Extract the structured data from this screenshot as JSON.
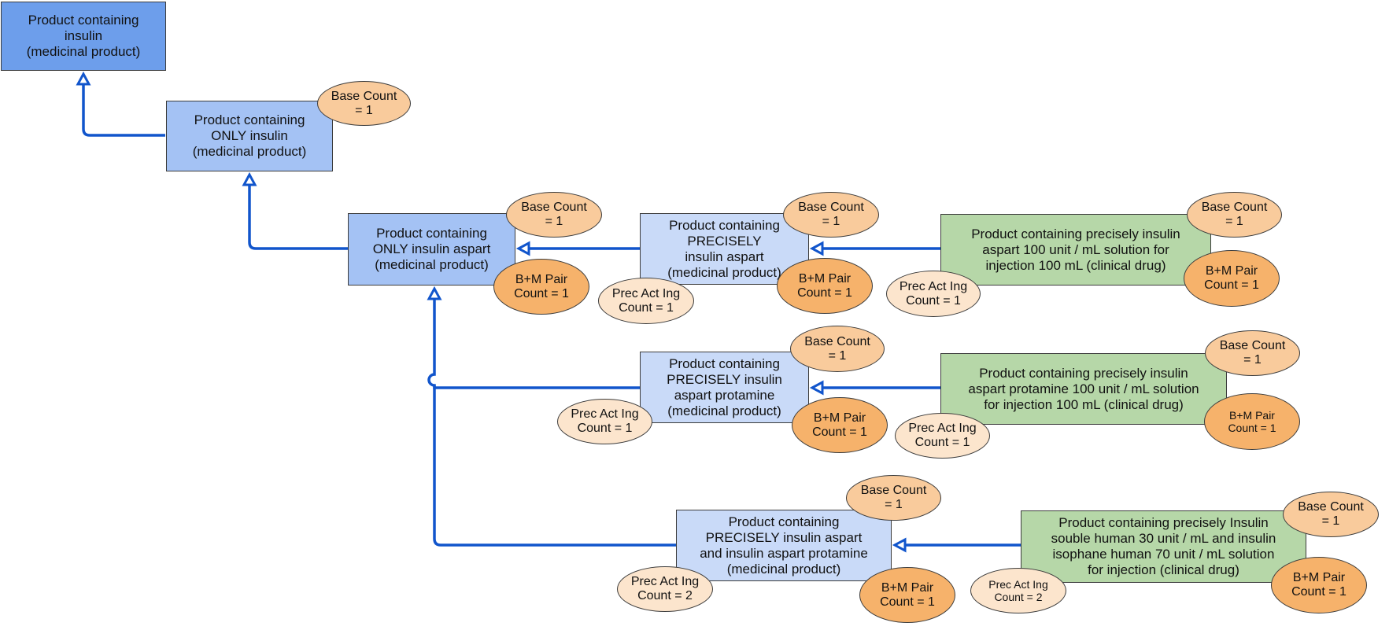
{
  "colors": {
    "root_fill": "#6d9eeb",
    "mid_fill": "#a4c2f4",
    "light_fill": "#c9daf8",
    "green_fill": "#b6d7a8",
    "base_count_fill": "#f9cb9c",
    "bm_pair_fill": "#f6b26b",
    "prec_act_fill": "#fce5cd",
    "edge": "#1155cc"
  },
  "nodes": {
    "insulin": "Product containing\ninsulin\n(medicinal product)",
    "only_insulin": "Product containing\nONLY insulin\n(medicinal product)",
    "only_aspart": "Product containing\nONLY insulin aspart\n(medicinal product)",
    "precisely_aspart": "Product containing\nPRECISELY\ninsulin aspart\n(medicinal product)",
    "precisely_aspart_protamine": "Product containing\nPRECISELY insulin\naspart protamine\n(medicinal product)",
    "precisely_aspart_and_protamine": "Product containing\nPRECISELY insulin aspart\nand insulin aspart protamine\n(medicinal product)",
    "cd_aspart": "Product containing precisely insulin\naspart 100 unit / mL solution for\ninjection 100 mL  (clinical drug)",
    "cd_aspart_protamine": "Product containing precisely insulin\naspart protamine 100 unit / mL solution\nfor injection 100 mL  (clinical drug)",
    "cd_human": "Product containing precisely Insulin\nsouble human 30 unit / mL and insulin\nisophane human 70 unit / mL solution\nfor injection (clinical drug)"
  },
  "badges": {
    "base_count_1": "Base Count\n= 1",
    "bm_pair_1": "B+M Pair\nCount = 1",
    "prec_act_1": "Prec Act Ing\nCount = 1",
    "prec_act_2": "Prec Act Ing\nCount = 2"
  }
}
